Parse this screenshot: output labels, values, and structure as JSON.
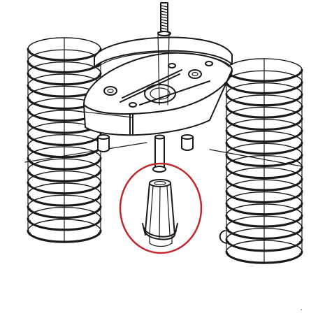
{
  "colors": {
    "background": "#ffffff",
    "line": "#1a1a1a",
    "highlight": "#c0282d"
  },
  "diagram": {
    "components": [
      "threaded-rod",
      "circular-mounting-plate",
      "left-coil-spring",
      "right-coil-spring",
      "center-guide-pin",
      "mounting-bolts",
      "highlighted-sleeve"
    ],
    "highlight_shape": "ellipse"
  }
}
